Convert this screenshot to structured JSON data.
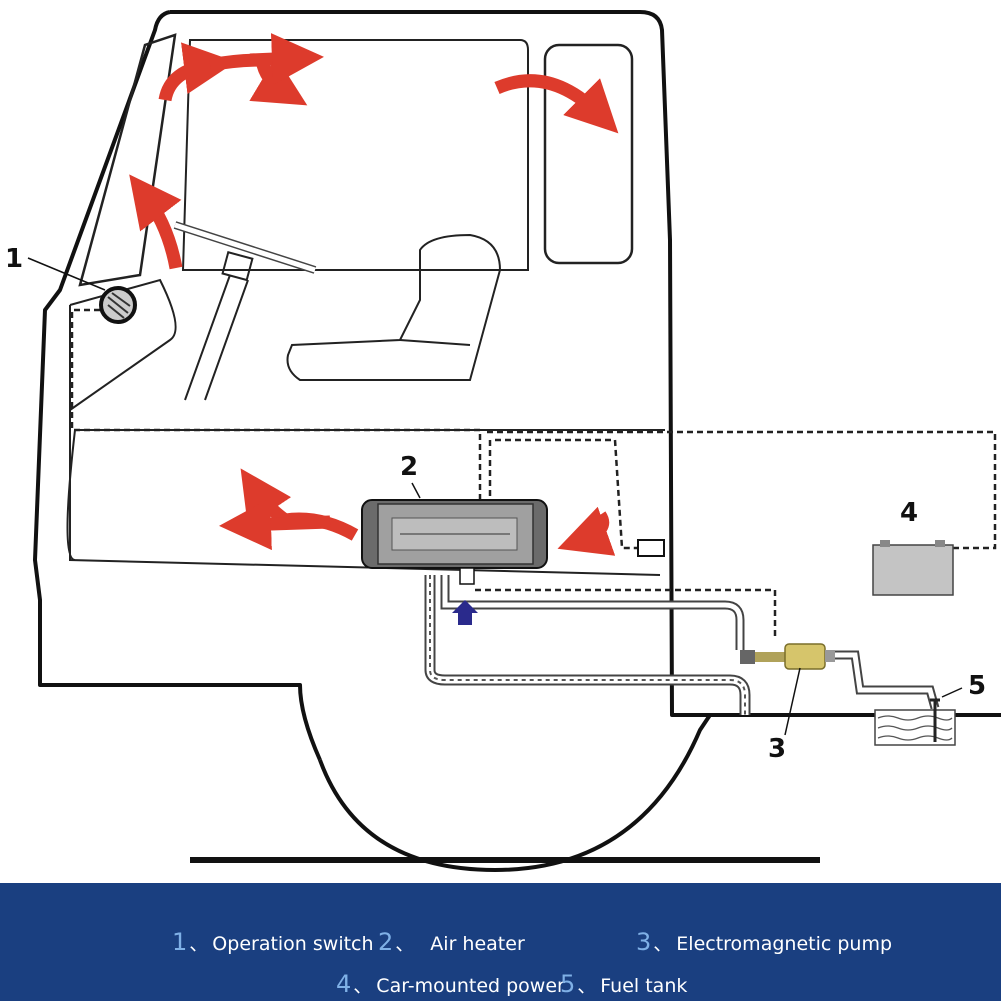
{
  "diagram": {
    "callouts": [
      {
        "num": "1",
        "target": "operation-switch"
      },
      {
        "num": "2",
        "target": "air-heater"
      },
      {
        "num": "3",
        "target": "electromagnetic-pump"
      },
      {
        "num": "4",
        "target": "car-mounted-power"
      },
      {
        "num": "5",
        "target": "fuel-tank"
      }
    ],
    "colors": {
      "airflow_arrow": "#dd3b2c",
      "outline": "#111111",
      "intake_arrow": "#2a2a8c"
    }
  },
  "legend": {
    "separator": "、",
    "items": [
      {
        "num": "1",
        "label": "Operation switch"
      },
      {
        "num": "2",
        "label": "Air heater"
      },
      {
        "num": "3",
        "label": "Electromagnetic pump"
      },
      {
        "num": "4",
        "label": "Car-mounted power"
      },
      {
        "num": "5",
        "label": "Fuel tank"
      }
    ],
    "background": "#1a3f80"
  }
}
